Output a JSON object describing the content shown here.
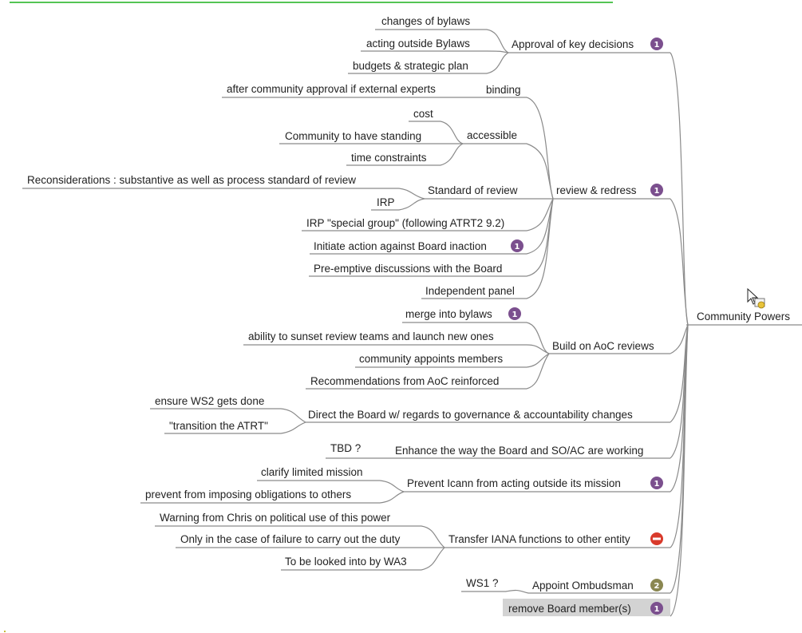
{
  "root": {
    "label": "Community Powers"
  },
  "branches": [
    {
      "label": "Approval of key decisions",
      "badge": "1",
      "children": [
        {
          "label": "changes of bylaws"
        },
        {
          "label": "acting outside Bylaws"
        },
        {
          "label": "budgets & strategic plan"
        }
      ]
    },
    {
      "label": "review & redress",
      "badge": "1",
      "children": [
        {
          "label": "binding",
          "children": [
            {
              "label": "after community approval if external experts"
            }
          ]
        },
        {
          "label": "accessible",
          "children": [
            {
              "label": "cost"
            },
            {
              "label": "Community to have standing"
            },
            {
              "label": "time constraints"
            }
          ]
        },
        {
          "label": "Standard of review",
          "children": [
            {
              "label": "Reconsiderations : substantive as well as process standard of review"
            },
            {
              "label": "IRP"
            }
          ]
        },
        {
          "label": "IRP \"special group\" (following ATRT2 9.2)"
        },
        {
          "label": "Initiate action against Board inaction",
          "badge": "1"
        },
        {
          "label": "Pre-emptive discussions with the Board"
        },
        {
          "label": "Independent panel"
        }
      ]
    },
    {
      "label": "Build on AoC reviews",
      "children": [
        {
          "label": "merge into bylaws",
          "badge": "1"
        },
        {
          "label": "ability to sunset review teams and launch new ones"
        },
        {
          "label": "community appoints members"
        },
        {
          "label": "Recommendations from AoC reinforced"
        }
      ]
    },
    {
      "label": "Direct the Board w/ regards to governance & accountability changes",
      "children": [
        {
          "label": "ensure WS2 gets done"
        },
        {
          "label": "\"transition the ATRT\""
        }
      ]
    },
    {
      "label": "Enhance the way the Board and SO/AC are working",
      "children": [
        {
          "label": "TBD ?"
        }
      ]
    },
    {
      "label": "Prevent Icann from acting outside its mission",
      "badge": "1",
      "children": [
        {
          "label": "clarify limited mission"
        },
        {
          "label": "prevent from imposing obligations to others"
        }
      ]
    },
    {
      "label": "Transfer IANA functions to other entity",
      "badge": "minus",
      "children": [
        {
          "label": "Warning from Chris on political use of this power"
        },
        {
          "label": "Only in the case of failure to carry out the duty"
        },
        {
          "label": "To be looked into by WA3"
        }
      ]
    },
    {
      "label": "Appoint Ombudsman",
      "badge": "2",
      "children": [
        {
          "label": "WS1 ?"
        }
      ]
    },
    {
      "label": "remove Board member(s)",
      "badge": "1",
      "highlighted": true
    }
  ],
  "colors": {
    "connector": "#8a8a8a",
    "badge_purple": "#7b4f8e",
    "badge_olive": "#8a8751",
    "badge_red": "#d93a2b",
    "highlight": "#d3d3d3",
    "top_rule": "#1bb01b"
  },
  "icons": {
    "cursor": "mouse-pointer-icon",
    "drag": "drag-copy-icon"
  }
}
